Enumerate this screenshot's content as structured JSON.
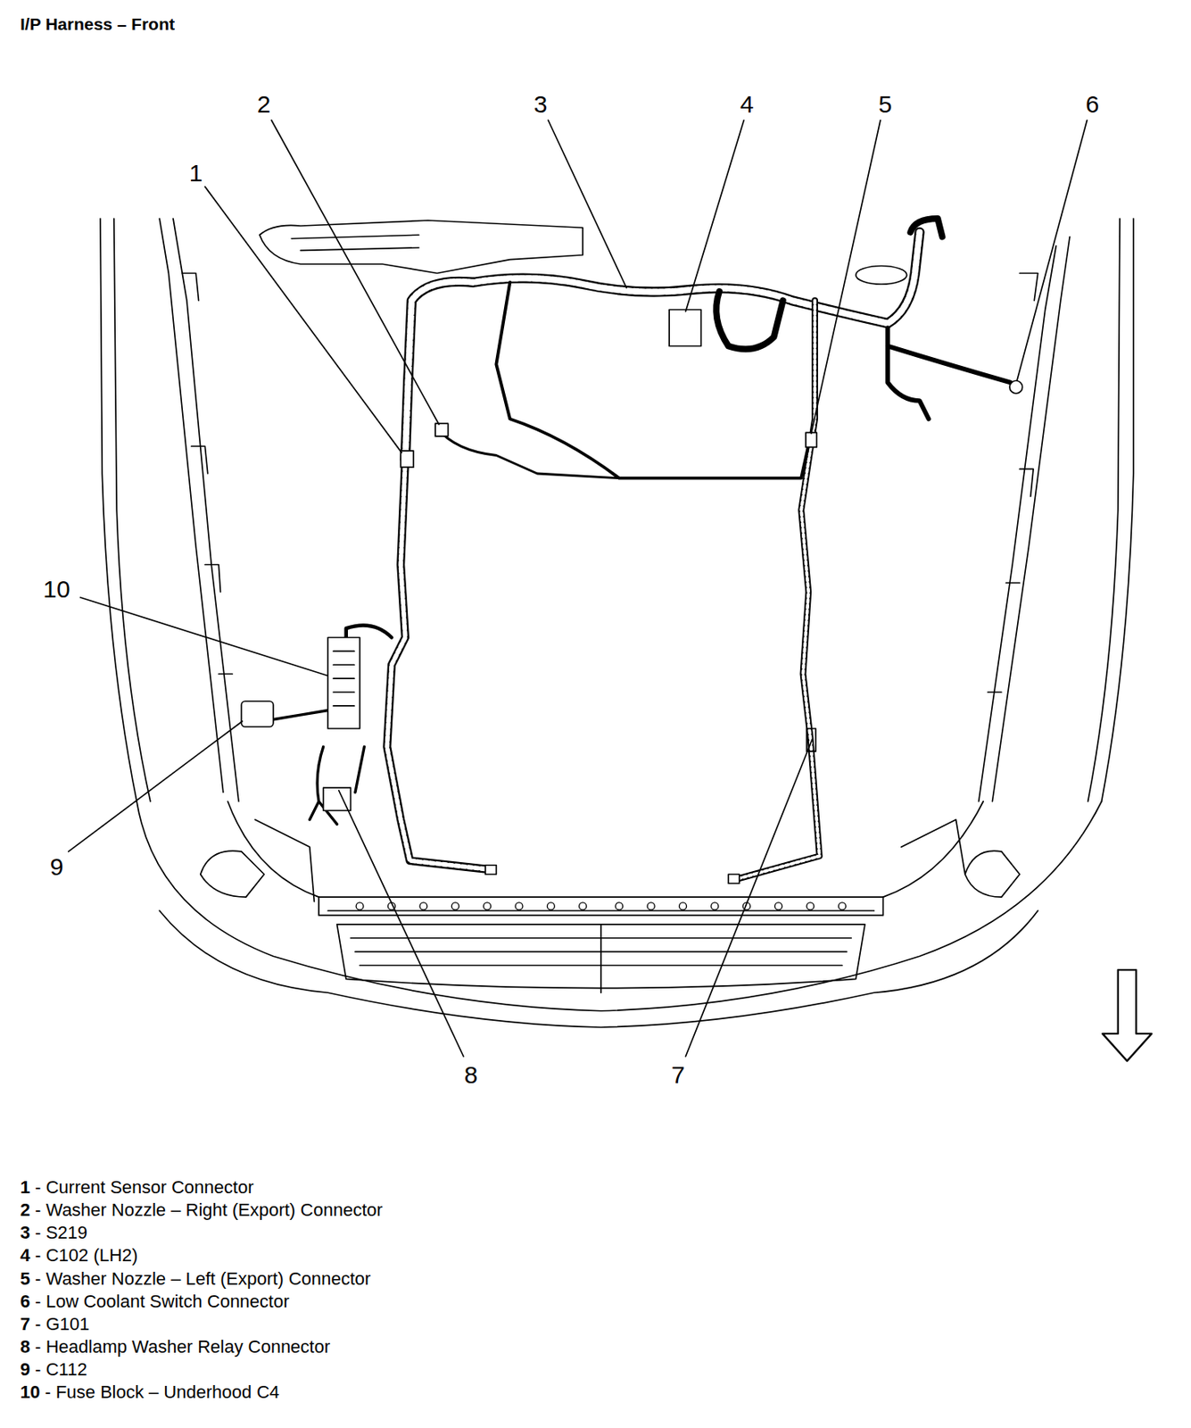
{
  "diagram": {
    "title": "I/P Harness – Front",
    "labels": [
      "1",
      "2",
      "3",
      "4",
      "5",
      "6",
      "7",
      "8",
      "9",
      "10",
      "1",
      "- Current Sensor Connector",
      "2",
      "- Washer Nozzle – Right (Export) Connector",
      "3",
      "- S219",
      "4",
      "- C102 (LH2)",
      "5",
      "- Washer Nozzle – Left (Export) Connector",
      "6",
      "- Low Coolant Switch Connector",
      "7",
      "- G101",
      "8",
      "- Headlamp Washer Relay Connector",
      "9",
      "- C112",
      "10",
      "- Fuse Block – Underhood C4"
    ]
  }
}
